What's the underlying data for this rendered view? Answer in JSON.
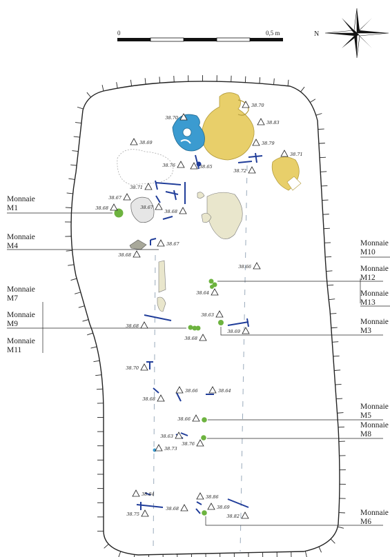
{
  "scale_bar": {
    "start_label": "0",
    "end_label": "0,5 m"
  },
  "north_arrow": {
    "label": "N"
  },
  "coins": {
    "m1": {
      "line1": "Monnaie",
      "line2": "M1"
    },
    "m4": {
      "line1": "Monnaie",
      "line2": "M4"
    },
    "m7": {
      "line1": "Monnaie",
      "line2": "M7"
    },
    "m9": {
      "line1": "Monnaie",
      "line2": "M9"
    },
    "m11": {
      "line1": "Monnaie",
      "line2": "M11"
    },
    "m10": {
      "line1": "Monnaie",
      "line2": "M10"
    },
    "m12": {
      "line1": "Monnaie",
      "line2": "M12"
    },
    "m13": {
      "line1": "Monnaie",
      "line2": "M13"
    },
    "m3": {
      "line1": "Monnaie",
      "line2": "M3"
    },
    "m5": {
      "line1": "Monnaie",
      "line2": "M5"
    },
    "m8": {
      "line1": "Monnaie",
      "line2": "M8"
    },
    "m6": {
      "line1": "Monnaie",
      "line2": "M6"
    }
  },
  "altitudes": {
    "a01": "38.70",
    "a02": "38.70",
    "a03": "38.83",
    "a04": "38.69",
    "a05": "38.79",
    "a06": "38.71",
    "a07": "38.76",
    "a08": "38.65",
    "a09": "38.72",
    "a10": "38.71",
    "a11": "38.67",
    "a12": "38.68",
    "a13": "38.67",
    "a14": "38.68",
    "a15": "38.67",
    "a16": "38.68",
    "a17": "38.66",
    "a18": "38.64",
    "a19": "38.63",
    "a20": "38.68",
    "a21": "38.68",
    "a22": "38.69",
    "a23": "38.70",
    "a24": "38.68",
    "a25": "38.66",
    "a26": "38.64",
    "a27": "38.66",
    "a28": "38.63",
    "a29": "38.76",
    "a30": "38.73",
    "a31": "38.84",
    "a32": "38.86",
    "a33": "38.69",
    "a34": "38.75",
    "a35": "38.68",
    "a36": "38.82"
  },
  "colors": {
    "coin": "#6db33f",
    "amphora": "#e8cf6a",
    "blue_object": "#3b9bd0",
    "nail": "#1f3c99",
    "bone": "#e9e6cc",
    "stone": "#e6e6e6",
    "stone_dark": "#a8a89a"
  }
}
